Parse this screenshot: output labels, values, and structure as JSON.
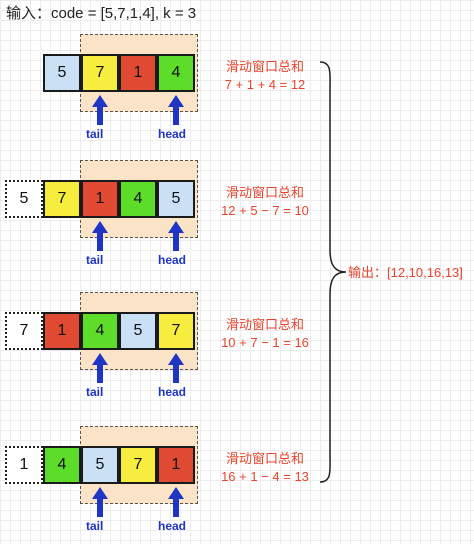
{
  "title": "输入：code = [5,7,1,4], k = 3",
  "output": "输出：[12,10,16,13]",
  "pointer_labels": {
    "tail": "tail",
    "head": "head"
  },
  "colors": {
    "cell_blue": "#c9e0f5",
    "cell_yellow": "#f7ed3f",
    "cell_red": "#e04a33",
    "cell_green": "#5ddc2a",
    "window": "#fbe3c8",
    "arrow": "#1f35c6",
    "text_red": "#e8442d"
  },
  "rows": [
    {
      "ghost": null,
      "cells": [
        {
          "value": "5",
          "color": "cell_blue"
        },
        {
          "value": "7",
          "color": "cell_yellow"
        },
        {
          "value": "1",
          "color": "cell_red"
        },
        {
          "value": "4",
          "color": "cell_green"
        }
      ],
      "sum_title": "滑动窗口总和",
      "sum_expr": "7 + 1 + 4 = 12"
    },
    {
      "ghost": "5",
      "cells": [
        {
          "value": "7",
          "color": "cell_yellow"
        },
        {
          "value": "1",
          "color": "cell_red"
        },
        {
          "value": "4",
          "color": "cell_green"
        },
        {
          "value": "5",
          "color": "cell_blue"
        }
      ],
      "sum_title": "滑动窗口总和",
      "sum_expr": "12 + 5 − 7 = 10"
    },
    {
      "ghost": "7",
      "cells": [
        {
          "value": "1",
          "color": "cell_red"
        },
        {
          "value": "4",
          "color": "cell_green"
        },
        {
          "value": "5",
          "color": "cell_blue"
        },
        {
          "value": "7",
          "color": "cell_yellow"
        }
      ],
      "sum_title": "滑动窗口总和",
      "sum_expr": "10 + 7 − 1 = 16"
    },
    {
      "ghost": "1",
      "cells": [
        {
          "value": "4",
          "color": "cell_green"
        },
        {
          "value": "5",
          "color": "cell_blue"
        },
        {
          "value": "7",
          "color": "cell_yellow"
        },
        {
          "value": "1",
          "color": "cell_red"
        }
      ],
      "sum_title": "滑动窗口总和",
      "sum_expr": "16 + 1 − 4 = 13"
    }
  ]
}
